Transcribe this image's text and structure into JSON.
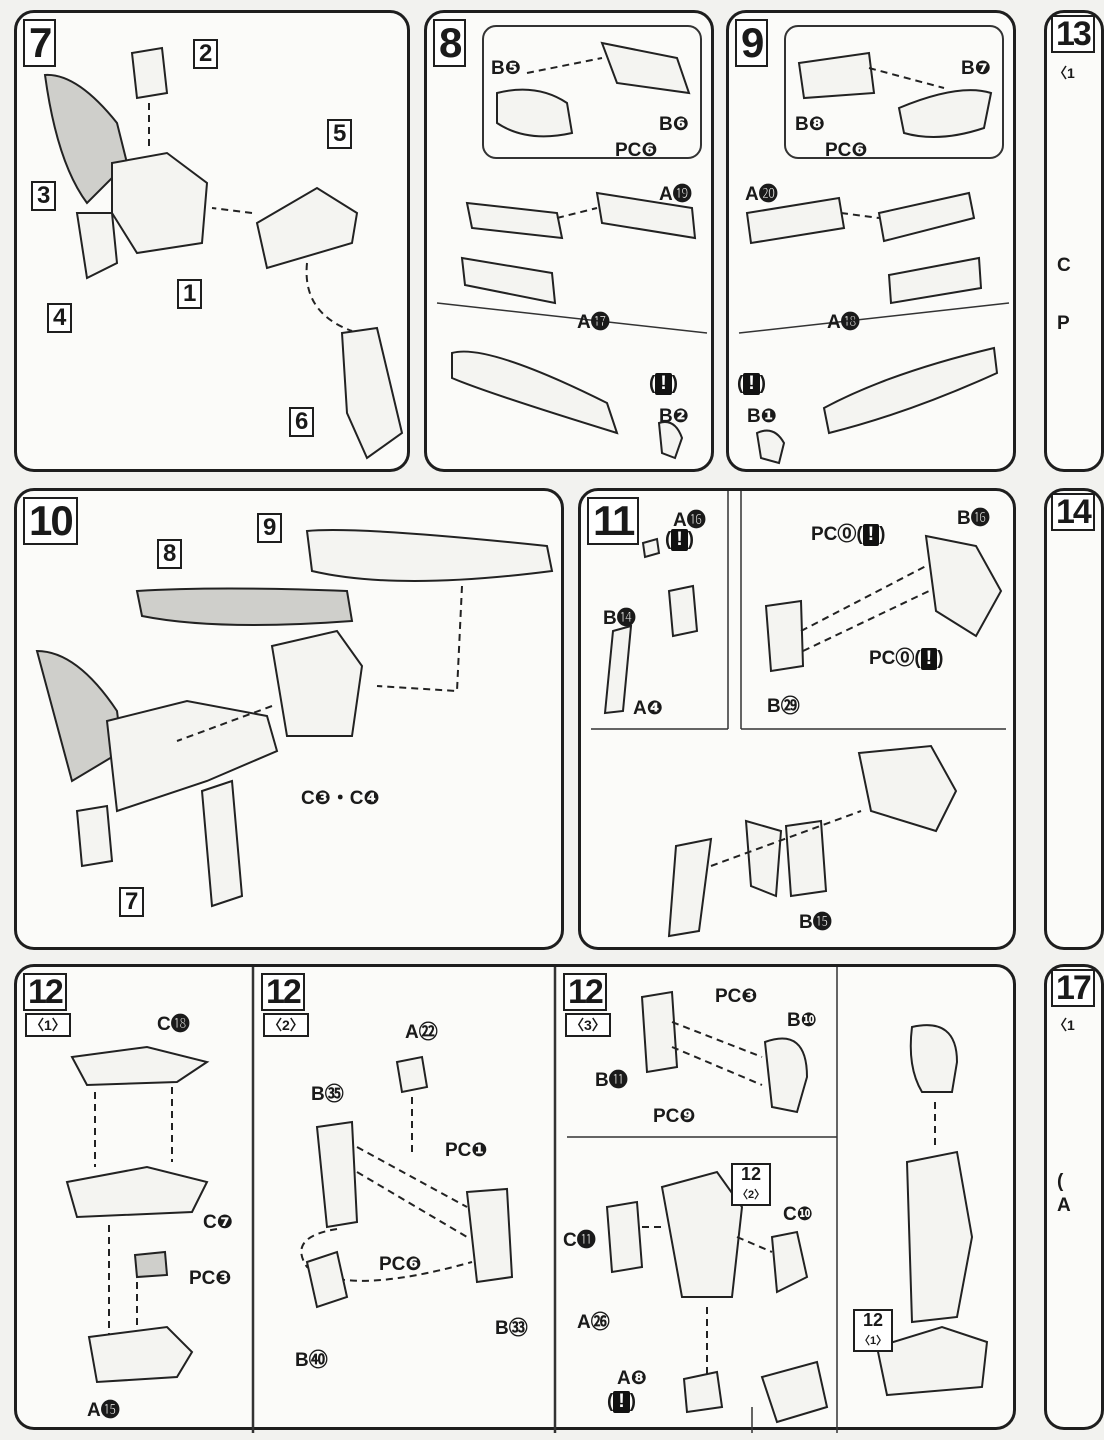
{
  "steps": {
    "s7": {
      "num": "7",
      "labels": [
        "2",
        "3",
        "4",
        "1",
        "5",
        "6"
      ]
    },
    "s8": {
      "num": "8",
      "labels": [
        "B❺",
        "B❻",
        "PC❻",
        "A⓳",
        "A⓱",
        "B❷"
      ],
      "warn": "!"
    },
    "s9": {
      "num": "9",
      "labels": [
        "B❼",
        "B❽",
        "PC❻",
        "A⓴",
        "A⓲",
        "B❶"
      ],
      "warn": "!"
    },
    "s10": {
      "num": "10",
      "labels": [
        "9",
        "8",
        "C❸・C❹",
        "7"
      ]
    },
    "s11": {
      "num": "11",
      "labels": [
        "A⓰",
        "B⓮",
        "A❹",
        "B⓰",
        "PC⓪",
        "PC⓪",
        "B㉙",
        "B⓯"
      ],
      "warn": "!"
    },
    "s12a": {
      "num": "12",
      "sub": "〈1〉",
      "labels": [
        "C⓲",
        "C❼",
        "PC❸",
        "A⓯"
      ]
    },
    "s12b": {
      "num": "12",
      "sub": "〈2〉",
      "labels": [
        "A㉒",
        "B㉟",
        "PC❶",
        "PC❻",
        "B㉝",
        "B㊵"
      ]
    },
    "s12c": {
      "num": "12",
      "sub": "〈3〉",
      "labels": [
        "PC❸",
        "B❿",
        "B⓫",
        "PC❾",
        "C⓫",
        "C❿",
        "A㉖",
        "A❽"
      ],
      "ref1": "12",
      "ref1sub": "〈2〉",
      "ref2": "12",
      "ref2sub": "〈1〉",
      "warn": "!"
    }
  },
  "edge": {
    "c": "C",
    "p": "P",
    "sub": "〈1",
    "paren": "(",
    "a": "A",
    "t13": "13",
    "t14": "14",
    "t17": "17"
  }
}
